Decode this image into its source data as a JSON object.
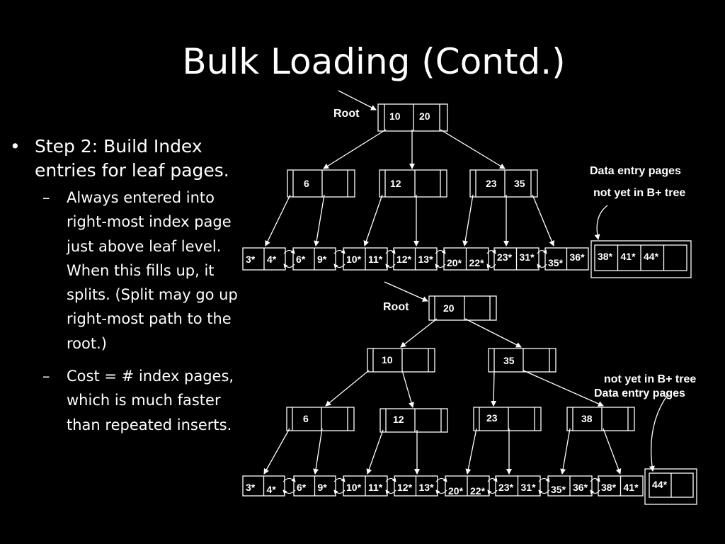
{
  "title": "Bulk Loading (Contd.)",
  "bullets": {
    "main": "Step 2: Build Index entries for leaf pages.",
    "sub1": "Always entered into right-most index page just above leaf level.  When this fills up, it splits.  (Split may go up right-most path to the root.)",
    "sub2": "Cost = # index pages, which is much faster than repeated inserts."
  },
  "diagram_top": {
    "root_label": "Root",
    "root_keys": [
      "10",
      "20"
    ],
    "index_nodes": [
      [
        "6"
      ],
      [
        "12"
      ],
      [
        "23",
        "35"
      ]
    ],
    "leaves": [
      [
        "3*",
        "4*"
      ],
      [
        "6*",
        "9*"
      ],
      [
        "10*",
        "11*"
      ],
      [
        "12*",
        "13*"
      ],
      [
        "20*",
        "22*"
      ],
      [
        "23*",
        "31*"
      ],
      [
        "35*",
        "36*"
      ],
      [
        "38*",
        "41*",
        "44*"
      ]
    ],
    "annotation_line1": "Data entry pages",
    "annotation_line2": "not yet in B+ tree"
  },
  "diagram_bottom": {
    "root_label": "Root",
    "root_keys": [
      "20"
    ],
    "level1_nodes": [
      [
        "10"
      ],
      [
        "35"
      ]
    ],
    "level2_nodes": [
      [
        "6"
      ],
      [
        "12"
      ],
      [
        "23"
      ],
      [
        "38"
      ]
    ],
    "leaves": [
      [
        "3*",
        "4*"
      ],
      [
        "6*",
        "9*"
      ],
      [
        "10*",
        "11*"
      ],
      [
        "12*",
        "13*"
      ],
      [
        "20*",
        "22*"
      ],
      [
        "23*",
        "31*"
      ],
      [
        "35*",
        "36*"
      ],
      [
        "38*",
        "41*"
      ],
      [
        "44*"
      ]
    ],
    "annotation_line1": "not yet in B+ tree",
    "annotation_line2": "Data entry pages"
  }
}
